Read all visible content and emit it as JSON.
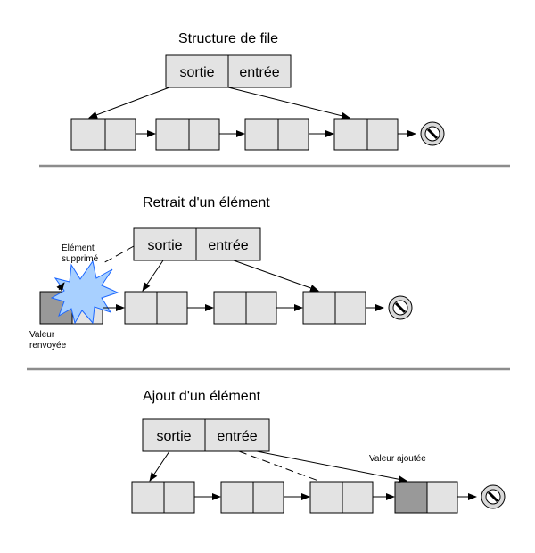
{
  "section1": {
    "title": "Structure de file",
    "head_label": "sortie",
    "tail_label": "entrée"
  },
  "section2": {
    "title": "Retrait d'un élément",
    "head_label": "sortie",
    "tail_label": "entrée",
    "removed_note": [
      "Élément",
      "supprimé"
    ],
    "returned_note": [
      "Valeur",
      "renvoyée"
    ]
  },
  "section3": {
    "title": "Ajout d'un élément",
    "head_label": "sortie",
    "tail_label": "entrée",
    "added_note": "Valeur ajoutée"
  },
  "colors": {
    "cell_fill": "#e3e3e3",
    "highlight_fill": "#999999",
    "burst_fill": "#a8d0ff",
    "burst_stroke": "#1a66ff",
    "separator": "#8c8c8c"
  },
  "icons": {
    "null_terminator": "prohibition-icon",
    "removal": "burst-icon"
  }
}
